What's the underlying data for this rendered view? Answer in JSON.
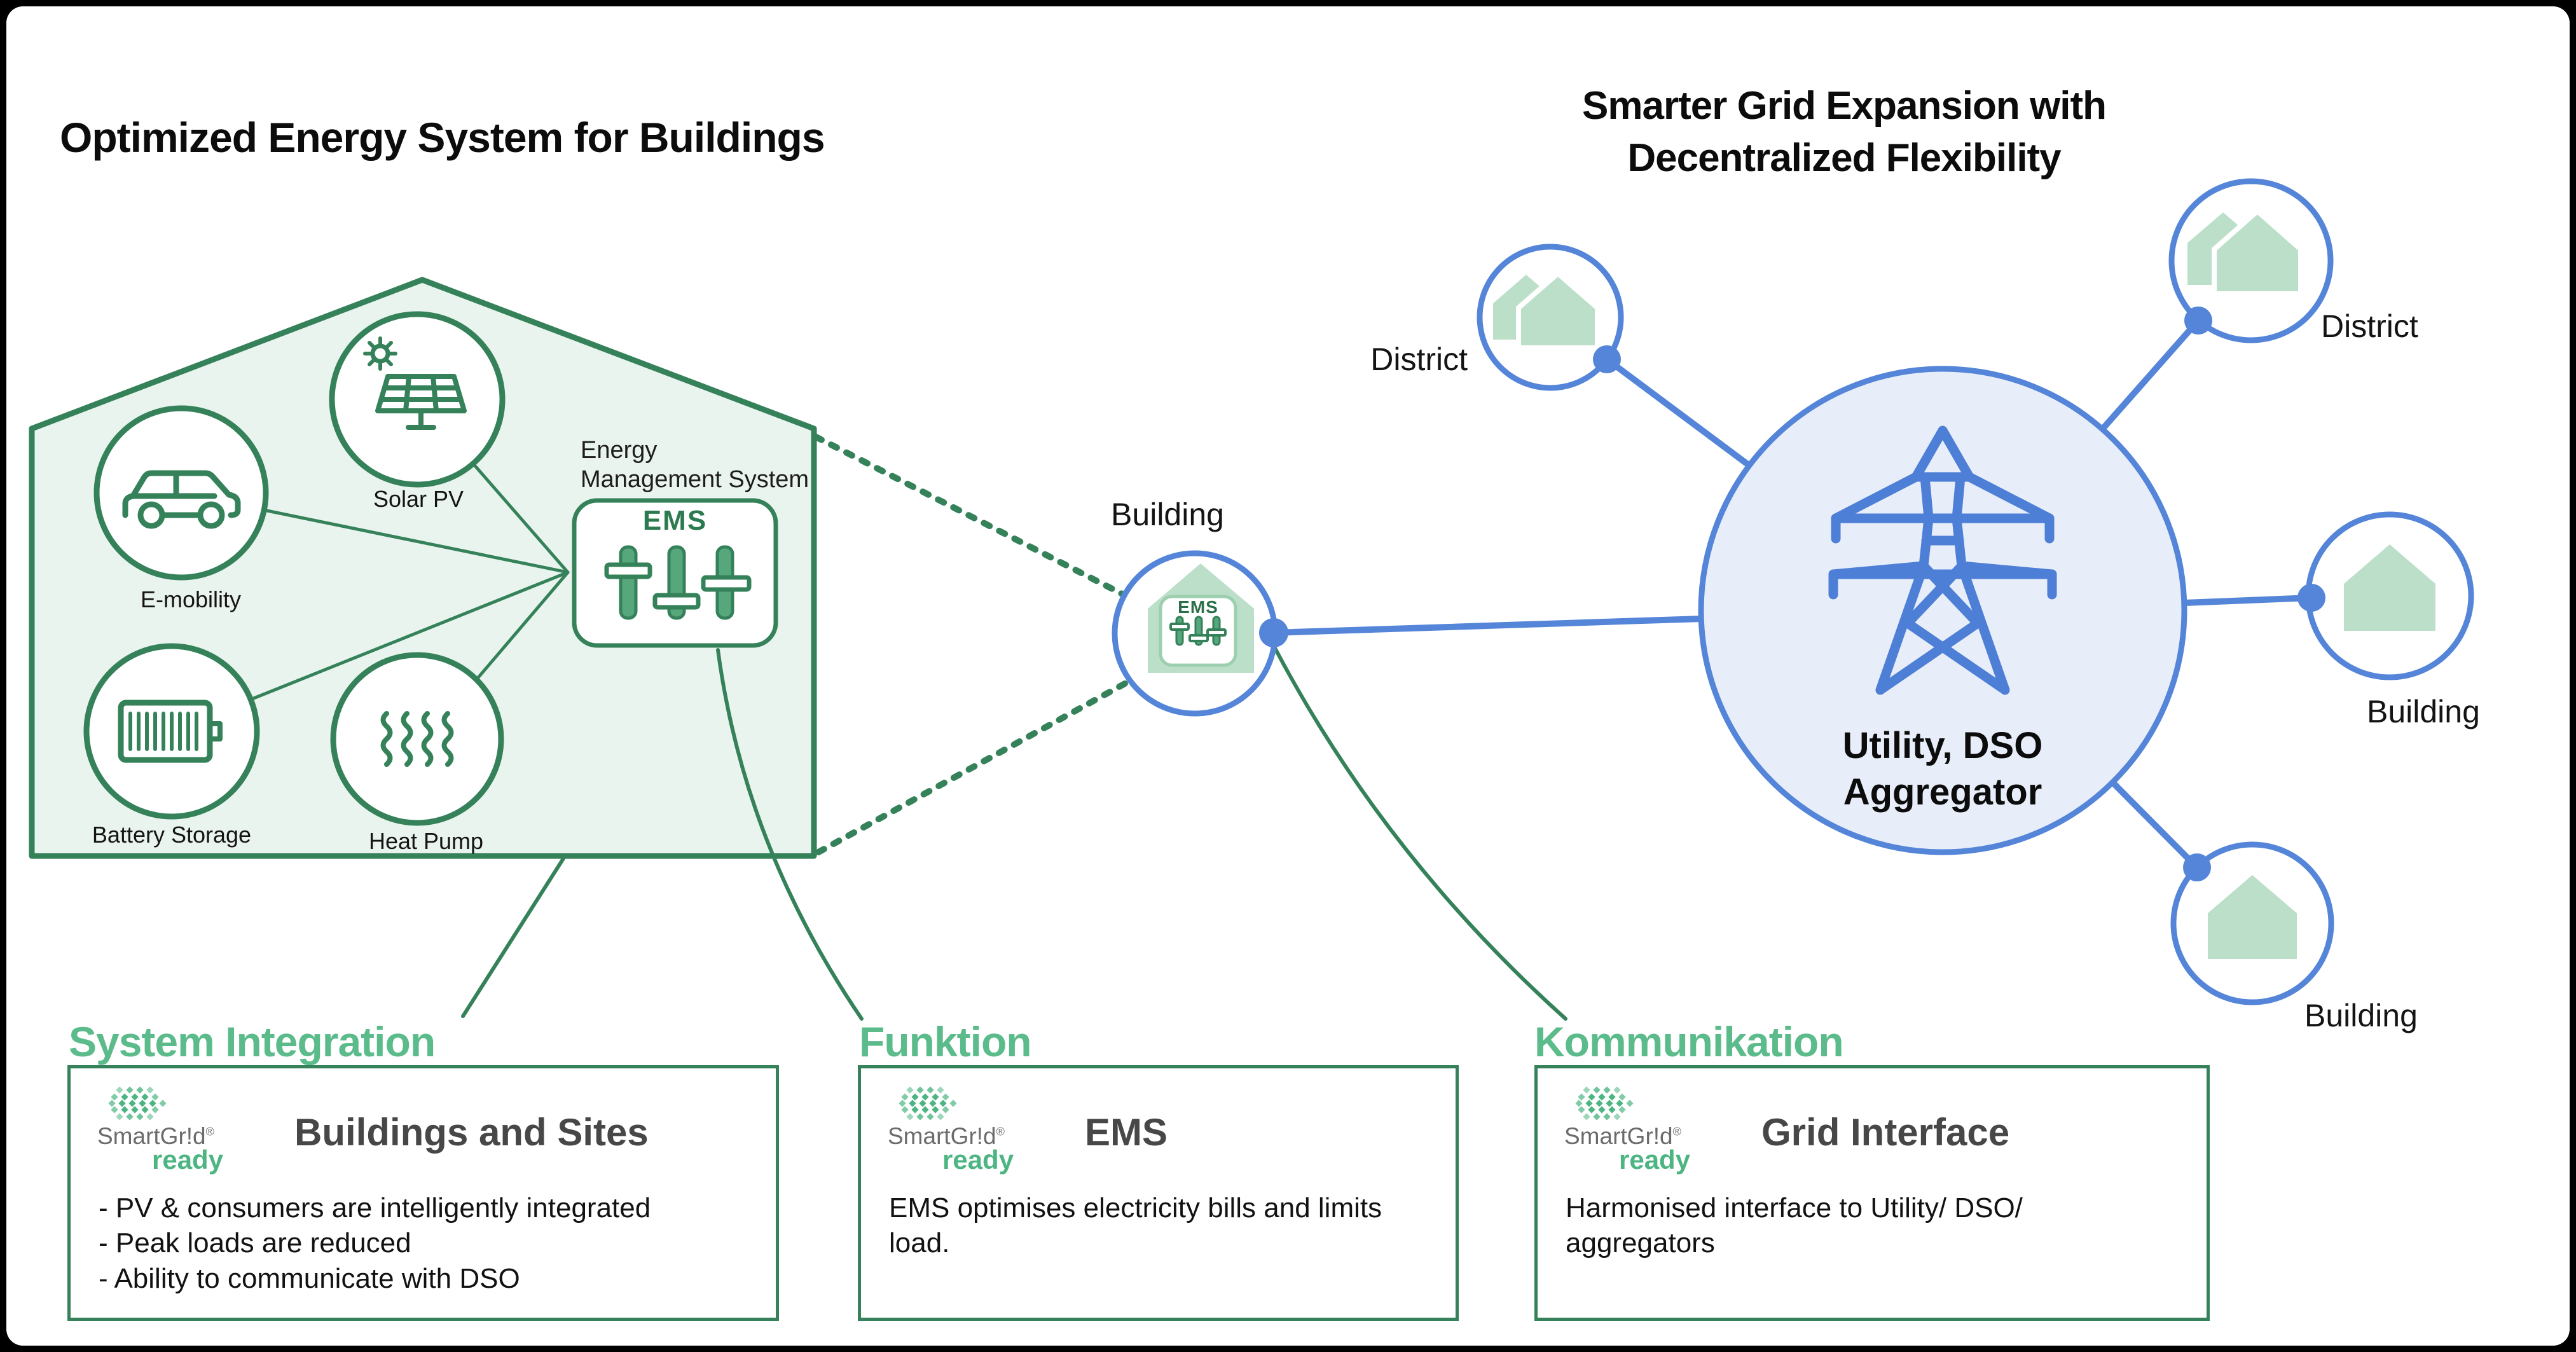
{
  "titles": {
    "left": "Optimized Energy System for Buildings",
    "right": "Smarter Grid Expansion with\nDecentralized Flexibility"
  },
  "house": {
    "components": [
      {
        "id": "e-mobility",
        "label": "E-mobility"
      },
      {
        "id": "solar-pv",
        "label": "Solar PV"
      },
      {
        "id": "battery-storage",
        "label": "Battery Storage"
      },
      {
        "id": "heat-pump",
        "label": "Heat Pump"
      }
    ],
    "ems": {
      "caption_line1": "Energy",
      "caption_line2": "Management System",
      "label": "EMS"
    }
  },
  "network": {
    "building": {
      "label": "Building",
      "ems_label": "EMS"
    },
    "utility": {
      "label": "Utility, DSO\nAggregator"
    },
    "nodes": [
      {
        "id": "district-top-left",
        "label": "District"
      },
      {
        "id": "district-top-right",
        "label": "District"
      },
      {
        "id": "building-right",
        "label": "Building"
      },
      {
        "id": "building-bottom-right",
        "label": "Building"
      }
    ]
  },
  "logo": {
    "brand": "SmartGr!d",
    "registered": "®",
    "sub": "ready"
  },
  "sections": [
    {
      "heading": "System Integration",
      "card_title": "Buildings and Sites",
      "lines": [
        "- PV & consumers are intelligently integrated",
        "- Peak loads are reduced",
        "- Ability to communicate with DSO"
      ]
    },
    {
      "heading": "Funktion",
      "card_title": "EMS",
      "lines": [
        "EMS optimises electricity bills and limits load."
      ]
    },
    {
      "heading": "Kommunikation",
      "card_title": "Grid Interface",
      "lines": [
        "Harmonised interface to Utility/ DSO/ aggregators"
      ]
    }
  ],
  "colors": {
    "green_border": "#35825A",
    "green_heading": "#5BBB8B",
    "green_slider": "#57A77C",
    "green_house_fill": "#EAF4EE",
    "green_icon_fill": "#BCDFC9",
    "logo_green": "#4CB582",
    "logo_gray": "#6B6B6B",
    "blue_stroke": "#5585D8",
    "blue_fill": "#E8EEF9",
    "card_title_gray": "#474747",
    "text_dark": "#141414"
  }
}
